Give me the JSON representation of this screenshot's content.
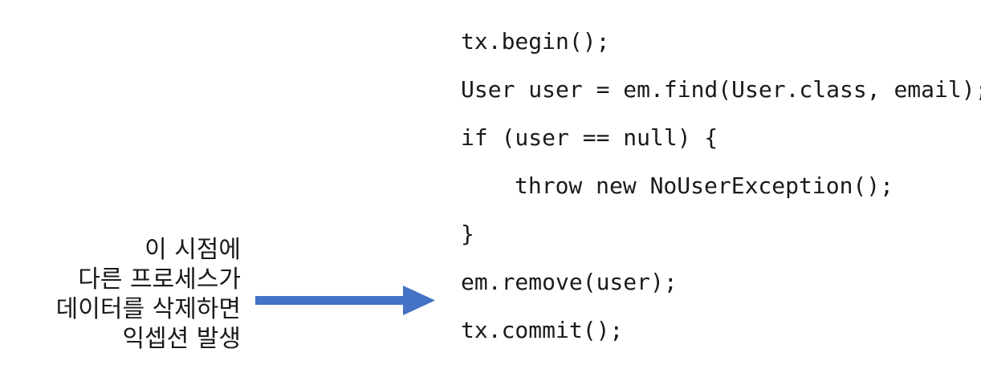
{
  "code": {
    "lines": [
      "tx.begin();",
      "User user = em.find(User.class, email);",
      "if (user == null) {",
      "throw new NoUserException();",
      "}",
      "em.remove(user);",
      "tx.commit();"
    ]
  },
  "annotation": {
    "lines": [
      "이 시점에",
      "다른 프로세스가",
      "데이터를 삭제하면",
      "익셉션 발생"
    ]
  },
  "colors": {
    "arrow": "#4472C4",
    "text": "#1a1a1a"
  }
}
